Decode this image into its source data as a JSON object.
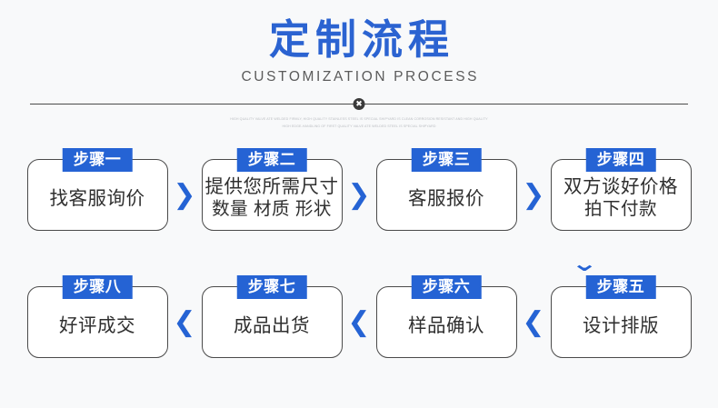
{
  "header": {
    "title": "定制流程",
    "subtitle": "CUSTOMIZATION PROCESS",
    "ornament": "✖",
    "micro_line_1": "HIGH QUALITY VALVE ATE WELDED FIRMLY, HIGH QUALITY STAINLESS STEEL IS SPECIAL SHIPYARD IS CLEAN CORROSION RESISTANT AND HIGH QUALITY",
    "micro_line_2": "HIGH EDGE-HANDLING OF FIRST QUALITY VALVE ATE WELDED STEEL IS SPECIAL SHIPYARD"
  },
  "colors": {
    "accent_blue": "#2563d4",
    "title_blue": "#2b63d1",
    "box_border": "#4a4a4a",
    "page_bg": "#f8f9fa",
    "micro_text": "#b9bcc0"
  },
  "arrows": {
    "right": "❯",
    "left": "❮",
    "down": "⌄"
  },
  "row1": [
    {
      "badge": "步骤一",
      "line1": "找客服询价",
      "line2": ""
    },
    {
      "badge": "步骤二",
      "line1": "提供您所需尺寸",
      "line2": "数量 材质 形状"
    },
    {
      "badge": "步骤三",
      "line1": "客服报价",
      "line2": ""
    },
    {
      "badge": "步骤四",
      "line1": "双方谈好价格",
      "line2": "拍下付款"
    }
  ],
  "row2": [
    {
      "badge": "步骤八",
      "line1": "好评成交",
      "line2": ""
    },
    {
      "badge": "步骤七",
      "line1": "成品出货",
      "line2": ""
    },
    {
      "badge": "步骤六",
      "line1": "样品确认",
      "line2": ""
    },
    {
      "badge": "步骤五",
      "line1": "设计排版",
      "line2": ""
    }
  ]
}
